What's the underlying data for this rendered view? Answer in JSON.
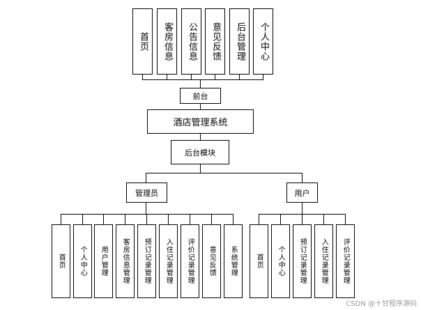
{
  "frontend_modules": [
    "首页",
    "客房信息",
    "公告信息",
    "意见反馈",
    "后台管理",
    "个人中心"
  ],
  "frontend_label": "前台",
  "system_title": "酒店管理系统",
  "backend_label": "后台模块",
  "admin_label": "管理员",
  "user_label": "用户",
  "admin_modules": [
    "首页",
    "个人中心",
    "用户管理",
    "客房信息管理",
    "预订记录管理",
    "入住记录管理",
    "评价记录管理",
    "意见反馈",
    "系统管理"
  ],
  "user_modules": [
    "首页",
    "个人中心",
    "预订记录管理",
    "入住记录管理",
    "评价记录管理"
  ],
  "watermark": "CSDN @十甘程序源码"
}
